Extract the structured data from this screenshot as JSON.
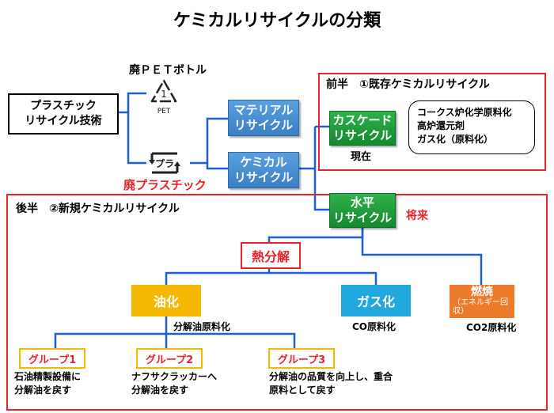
{
  "title": "ケミカルリサイクルの分類",
  "top_left": {
    "pet_label": "廃ＰＥＴボトル",
    "pet_icon_number": "1",
    "pet_icon_text": "PET",
    "plastic_label": "廃プラスチック",
    "plastic_icon_text": "プラ",
    "tech_box": "プラスチック\nリサイクル技術"
  },
  "blue_nodes": {
    "material": "マテリアル\nリサイクル",
    "chemical": "ケミカル\nリサイクル"
  },
  "first_half": {
    "heading": "前半　①既存ケミカルリサイクル",
    "cascade": "カスケード\nリサイクル",
    "cascade_note": "現在",
    "existing_list": "コークス炉化学原料化\n高炉還元剤\nガス化（原料化）"
  },
  "second_half": {
    "heading": "後半　②新規ケミカルリサイクル",
    "horizontal": "水平\nリサイクル",
    "horizontal_note": "将来",
    "pyrolysis": "熱分解",
    "oil": {
      "label": "油化",
      "note": "分解油原料化"
    },
    "gas": {
      "label": "ガス化",
      "note": "CO原料化"
    },
    "burn": {
      "label": "燃焼",
      "sub": "（エネルギー回\n収）",
      "note": "CO2原料化"
    },
    "groups": [
      {
        "label": "グループ1",
        "desc": "石油精製設備に\n分解油を戻す"
      },
      {
        "label": "グループ2",
        "desc": "ナフサクラッカーへ\n分解油を戻す"
      },
      {
        "label": "グループ3",
        "desc": "分解油の品質を向上し、重合\n原料として戻す"
      }
    ]
  },
  "colors": {
    "connector": "#1f5fcf",
    "frame": "#e8232a",
    "green": "#16933a",
    "blue": "#3b7fc4",
    "yellow": "#f5b800",
    "cyan": "#22a8dd",
    "orange": "#ec7c2c"
  }
}
